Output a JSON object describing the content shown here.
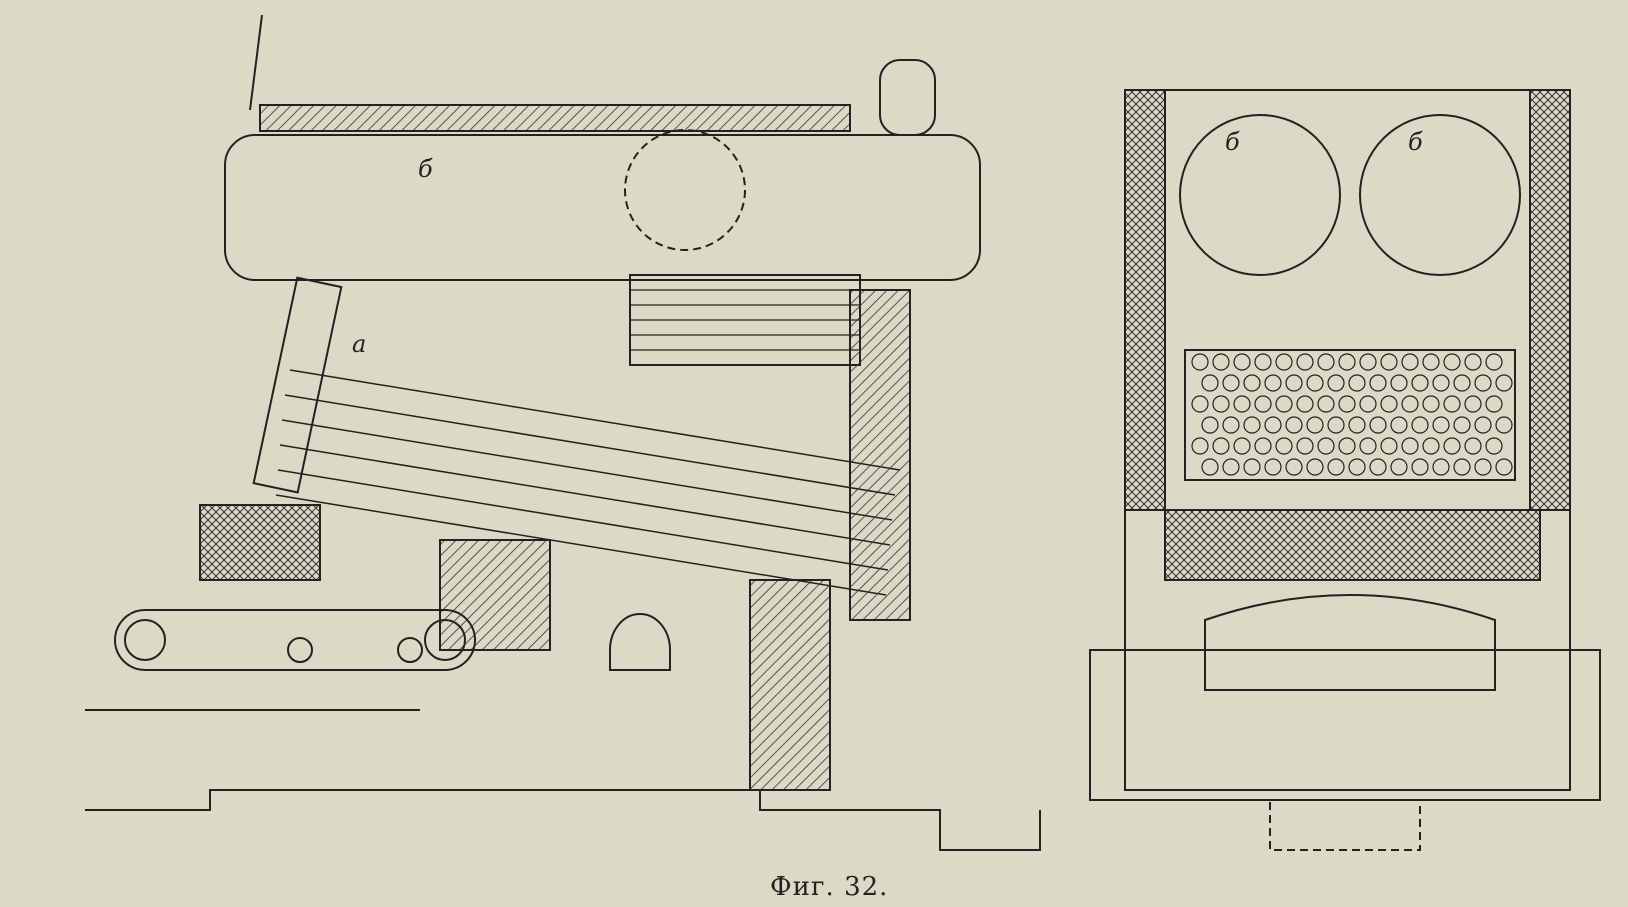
{
  "figure": {
    "caption": "Фиг. 32.",
    "labels": {
      "drum_side": "б",
      "header_side": "а",
      "drum_left_section": "б",
      "drum_right_section": "б"
    }
  }
}
